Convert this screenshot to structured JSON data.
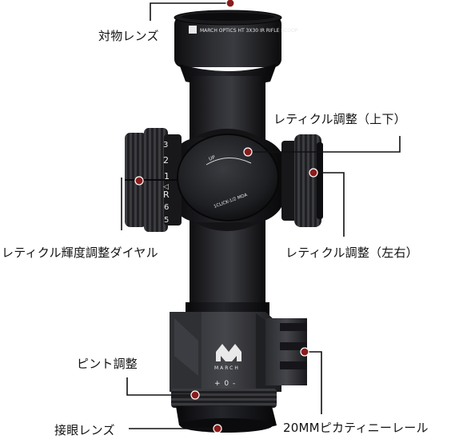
{
  "labels": {
    "objective_lens": "対物レンズ",
    "reticle_elevation": "レティクル調整（上下）",
    "reticle_brightness_dial": "レティクル輝度調整ダイヤル",
    "reticle_windage": "レティクル調整（左右）",
    "focus_adjust": "ピント調整",
    "rail_20mm": "20MMピカティニーレール",
    "eyepiece_lens": "接眼レンズ"
  },
  "scope_marks": {
    "body_text": "MARCH OPTICS HT 3X30 IR RIFLE SCOOP",
    "turret_up": "UP",
    "turret_click": "1CLICK-1/2 MOA",
    "dial_numbers": [
      "3",
      "2",
      "1",
      "R",
      "◁",
      "6",
      "5"
    ],
    "eyepiece_brand": "MARCH",
    "diopter_scale": "+ 0 -"
  },
  "colors": {
    "marker_dot": "#8b1c1c",
    "scope_body": "#1c1c1e",
    "leader_line": "#111111"
  }
}
